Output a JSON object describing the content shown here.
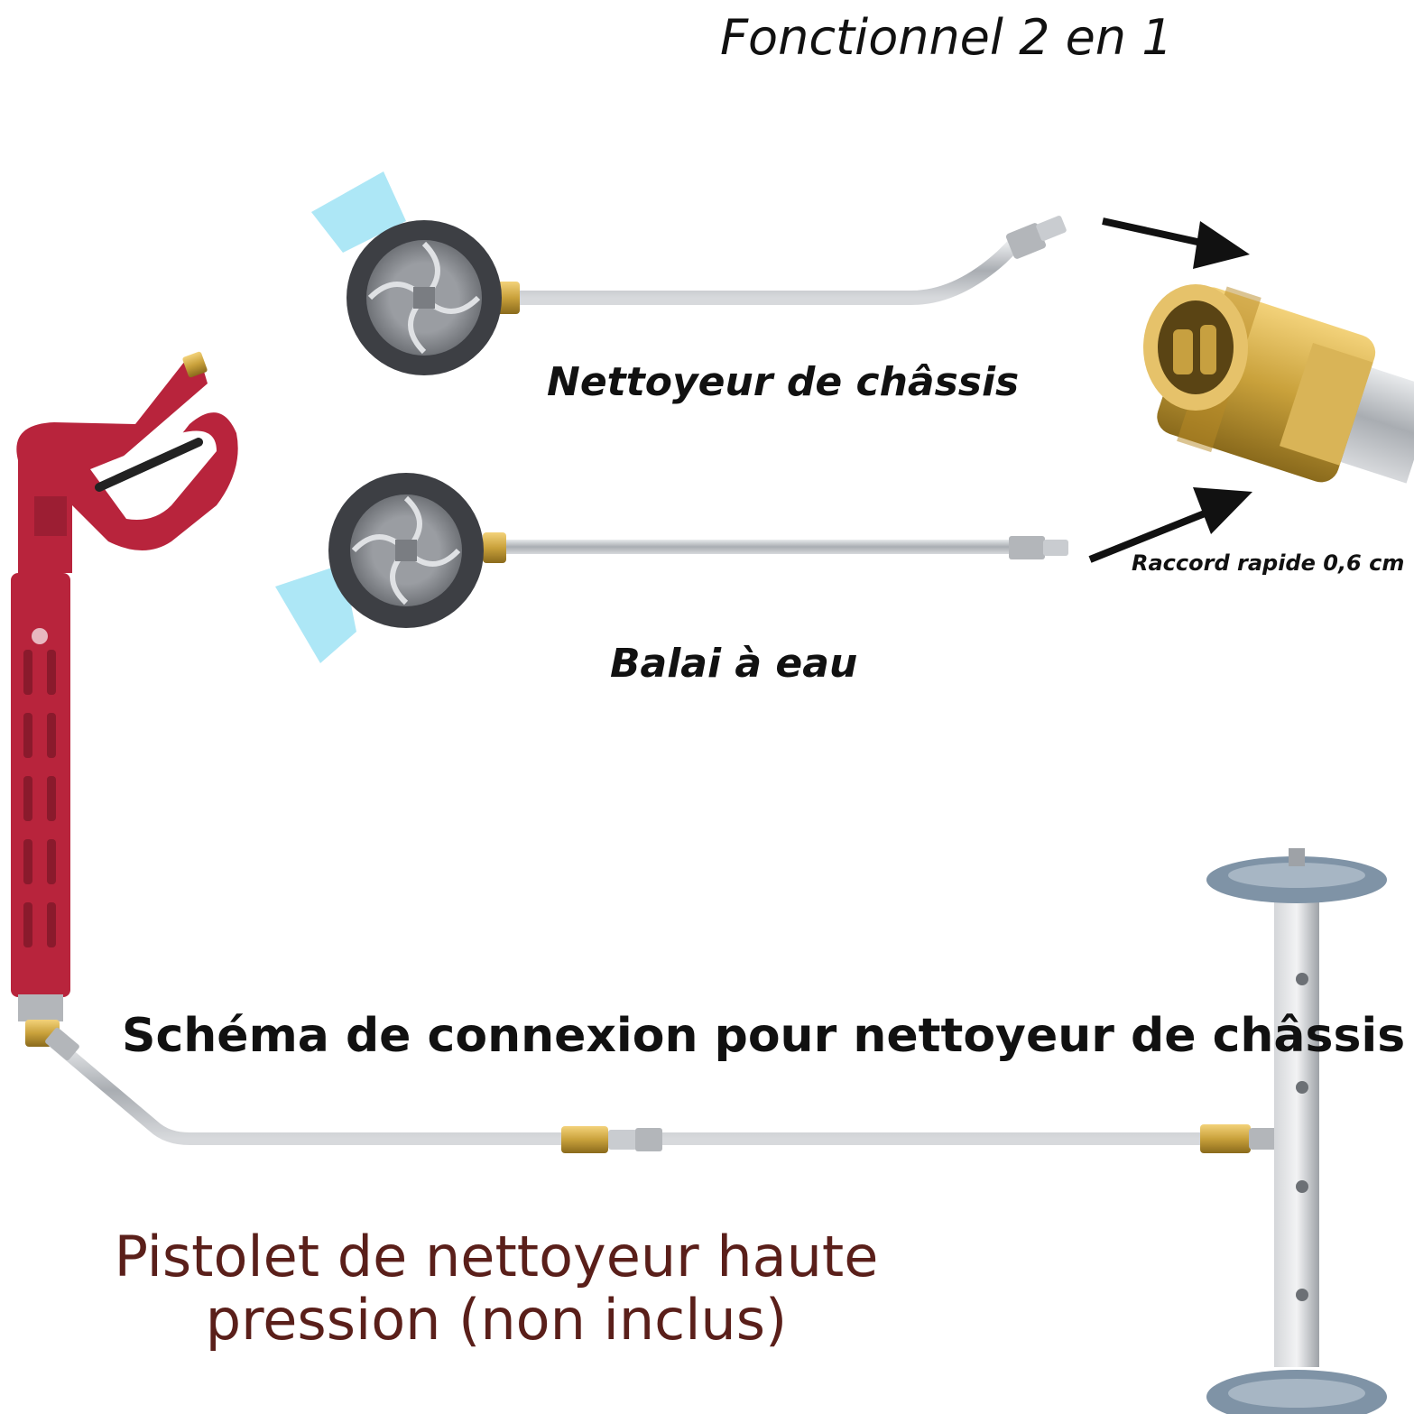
{
  "title": "Fonctionnel 2 en 1",
  "labels": {
    "chassis_cleaner": "Nettoyeur de châssis",
    "water_broom": "Balai à eau",
    "quick_connector": "Raccord rapide 0,6 cm",
    "connection_diagram": "Schéma de connexion pour nettoyeur de châssis",
    "gun_note": "Pistolet de nettoyeur haute pression (non inclus)"
  },
  "colors": {
    "gun_red": "#b8243c",
    "text_dark": "#111111",
    "text_brown": "#5a1f1a",
    "brass": "#c9a13b",
    "steel": "#b9bcc0",
    "spray_blue": "#9fe3f5",
    "wheel_dark": "#3d3f44",
    "wheel_blue_grey": "#7f93a6"
  },
  "icons": [
    "chassis-cleaner-icon",
    "water-broom-icon",
    "quick-connector-icon",
    "spray-gun-icon",
    "arrow-icon"
  ]
}
